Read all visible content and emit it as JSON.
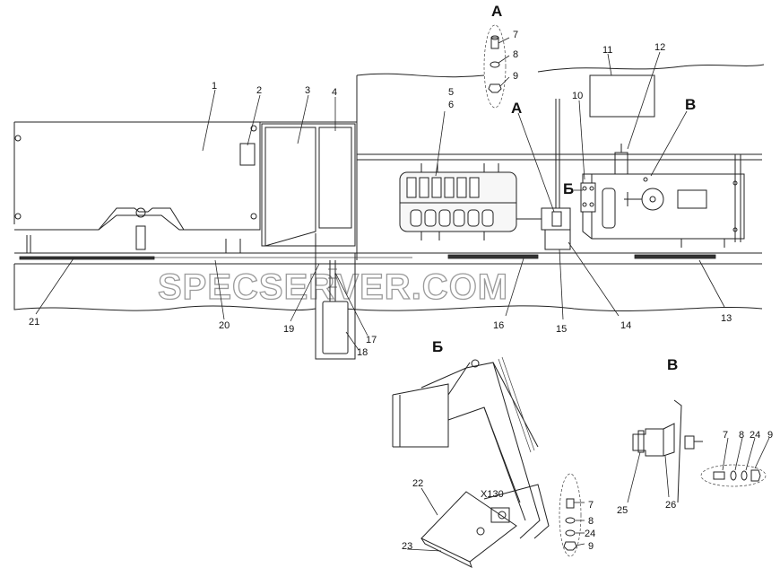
{
  "watermark": "SPECSERVER.COM",
  "views": {
    "a_top": "А",
    "a_main": "А",
    "b_main": "Б",
    "v_main": "В",
    "b_detail": "Б",
    "v_detail": "В"
  },
  "connector_label": "X130",
  "callouts": {
    "n1": "1",
    "n2": "2",
    "n3": "3",
    "n4": "4",
    "n5": "5",
    "n6": "6",
    "n7a": "7",
    "n8a": "8",
    "n9a": "9",
    "n10": "10",
    "n11": "11",
    "n12": "12",
    "n13": "13",
    "n14": "14",
    "n15": "15",
    "n16": "16",
    "n17": "17",
    "n18": "18",
    "n19": "19",
    "n20": "20",
    "n21": "21",
    "n22": "22",
    "n23": "23",
    "n7b": "7",
    "n8b": "8",
    "n24b": "24",
    "n9b": "9",
    "n7c": "7",
    "n8c": "8",
    "n24c": "24",
    "n9c": "9",
    "n25": "25",
    "n26": "26"
  }
}
